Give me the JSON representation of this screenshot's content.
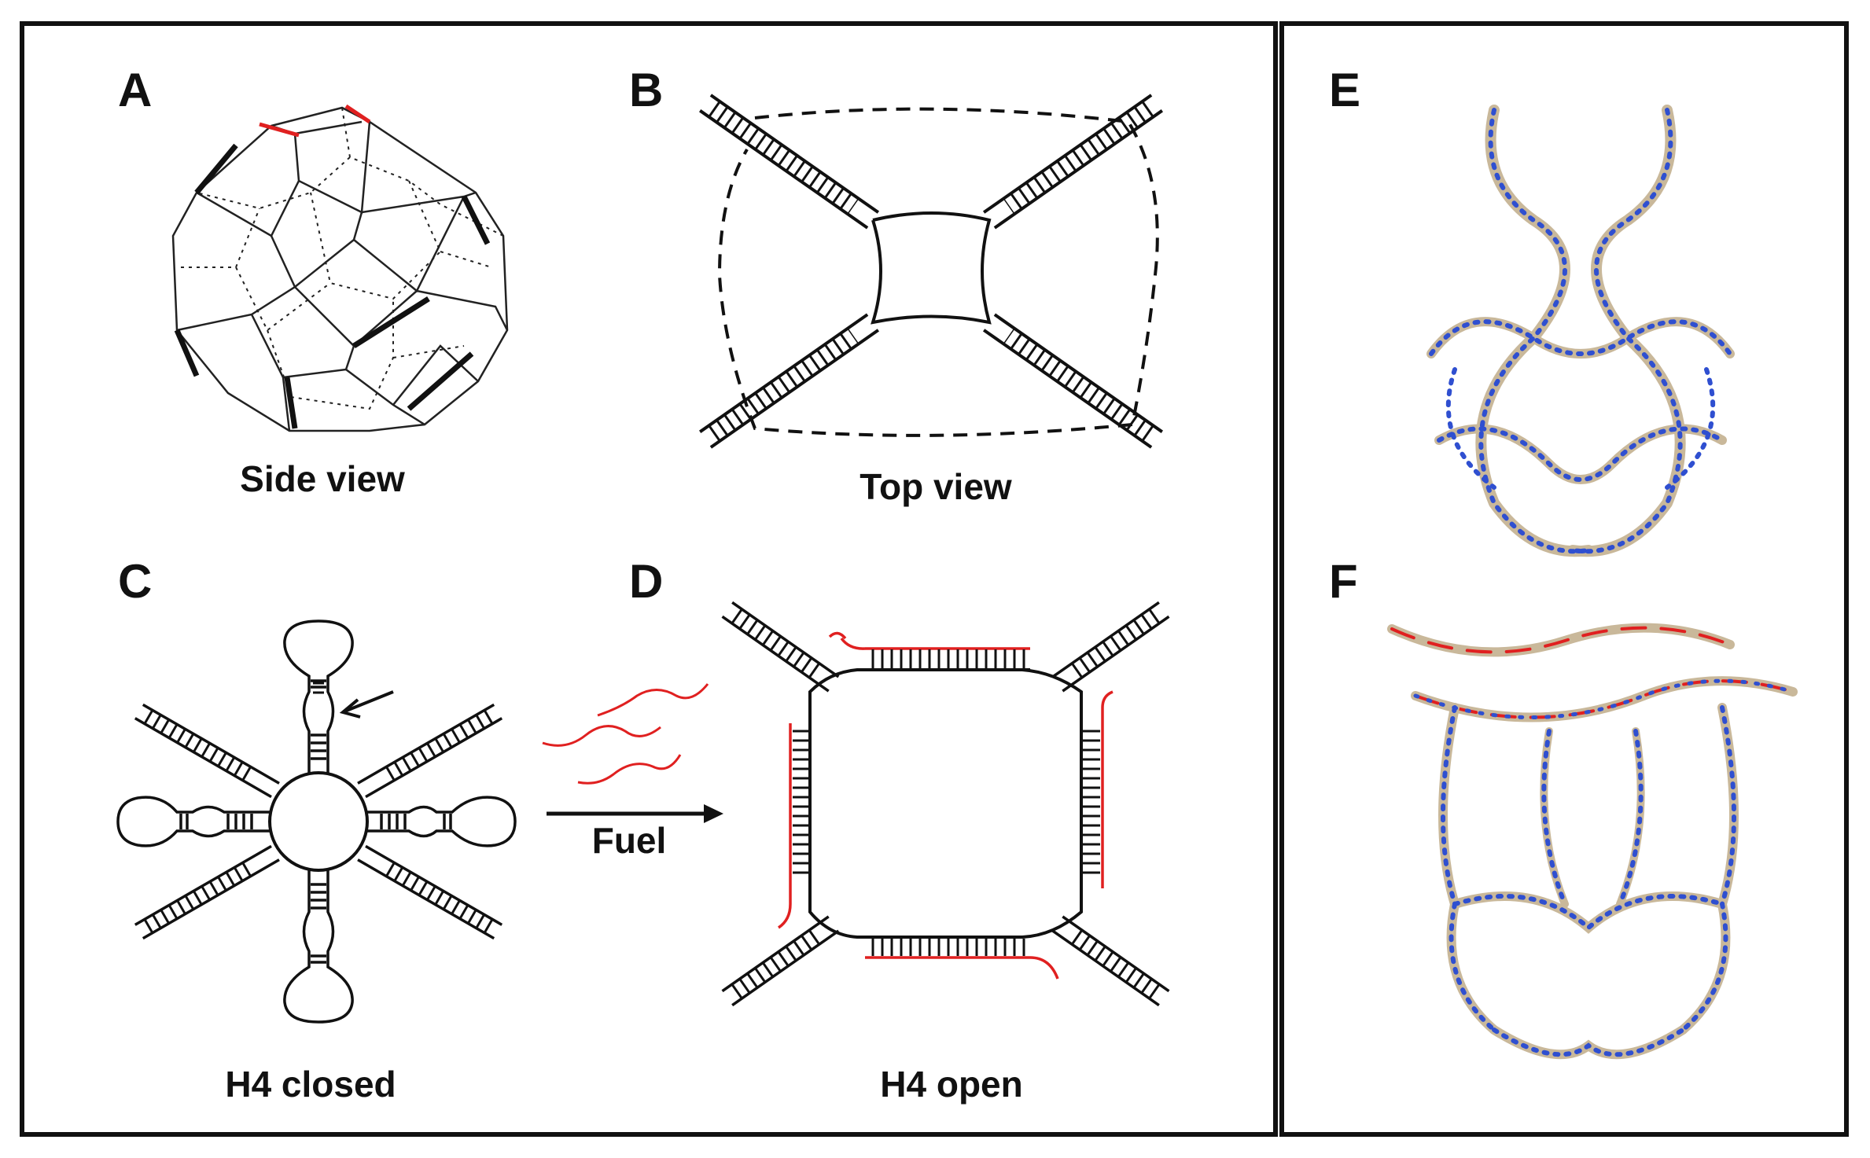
{
  "panels": {
    "A": {
      "letter": "A",
      "caption": "Side view"
    },
    "B": {
      "letter": "B",
      "caption": "Top view"
    },
    "C": {
      "letter": "C",
      "caption": "H4 closed"
    },
    "D": {
      "letter": "D",
      "caption": "H4 open"
    },
    "E": {
      "letter": "E"
    },
    "F": {
      "letter": "F"
    }
  },
  "arrow_label": "Fuel",
  "colors": {
    "line": "#111111",
    "fuel_strand": "#e02020",
    "helix_blue": "#2f4fd0",
    "backbone": "#c9b89a",
    "highlight_edge": "#e02020"
  }
}
